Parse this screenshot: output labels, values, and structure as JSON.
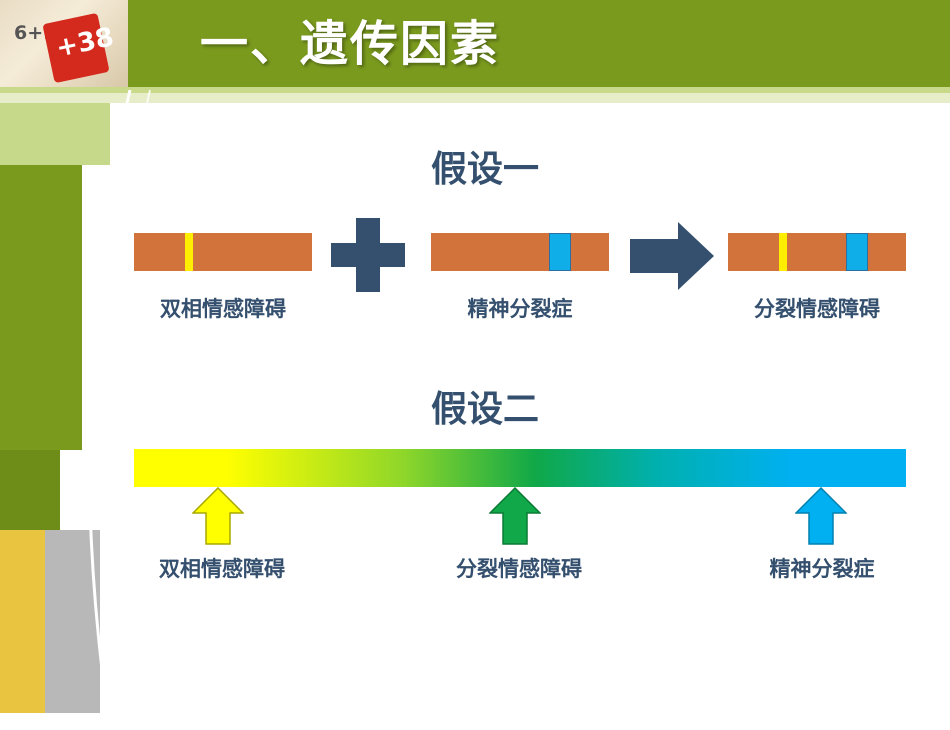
{
  "header": {
    "title": "一、遗传因素",
    "logo_text": "6+9",
    "logo_card_text": "+38"
  },
  "hypothesis_one": {
    "title": "假设一",
    "items": [
      {
        "label": "双相情感障碍"
      },
      {
        "label": "精神分裂症"
      },
      {
        "label": "分裂情感障碍"
      }
    ],
    "plus_icon": "plus-icon",
    "arrow_icon": "arrow-right-icon"
  },
  "hypothesis_two": {
    "title": "假设二",
    "markers": [
      {
        "label": "双相情感障碍",
        "color": "#ffff00"
      },
      {
        "label": "分裂情感障碍",
        "color": "#10a848"
      },
      {
        "label": "精神分裂症",
        "color": "#00b0f0"
      }
    ]
  },
  "colors": {
    "header_green": "#7a9a1e",
    "chromosome": "#d1733a",
    "band_yellow": "#ffee00",
    "band_blue": "#10aee8",
    "text_navy": "#34506e"
  }
}
